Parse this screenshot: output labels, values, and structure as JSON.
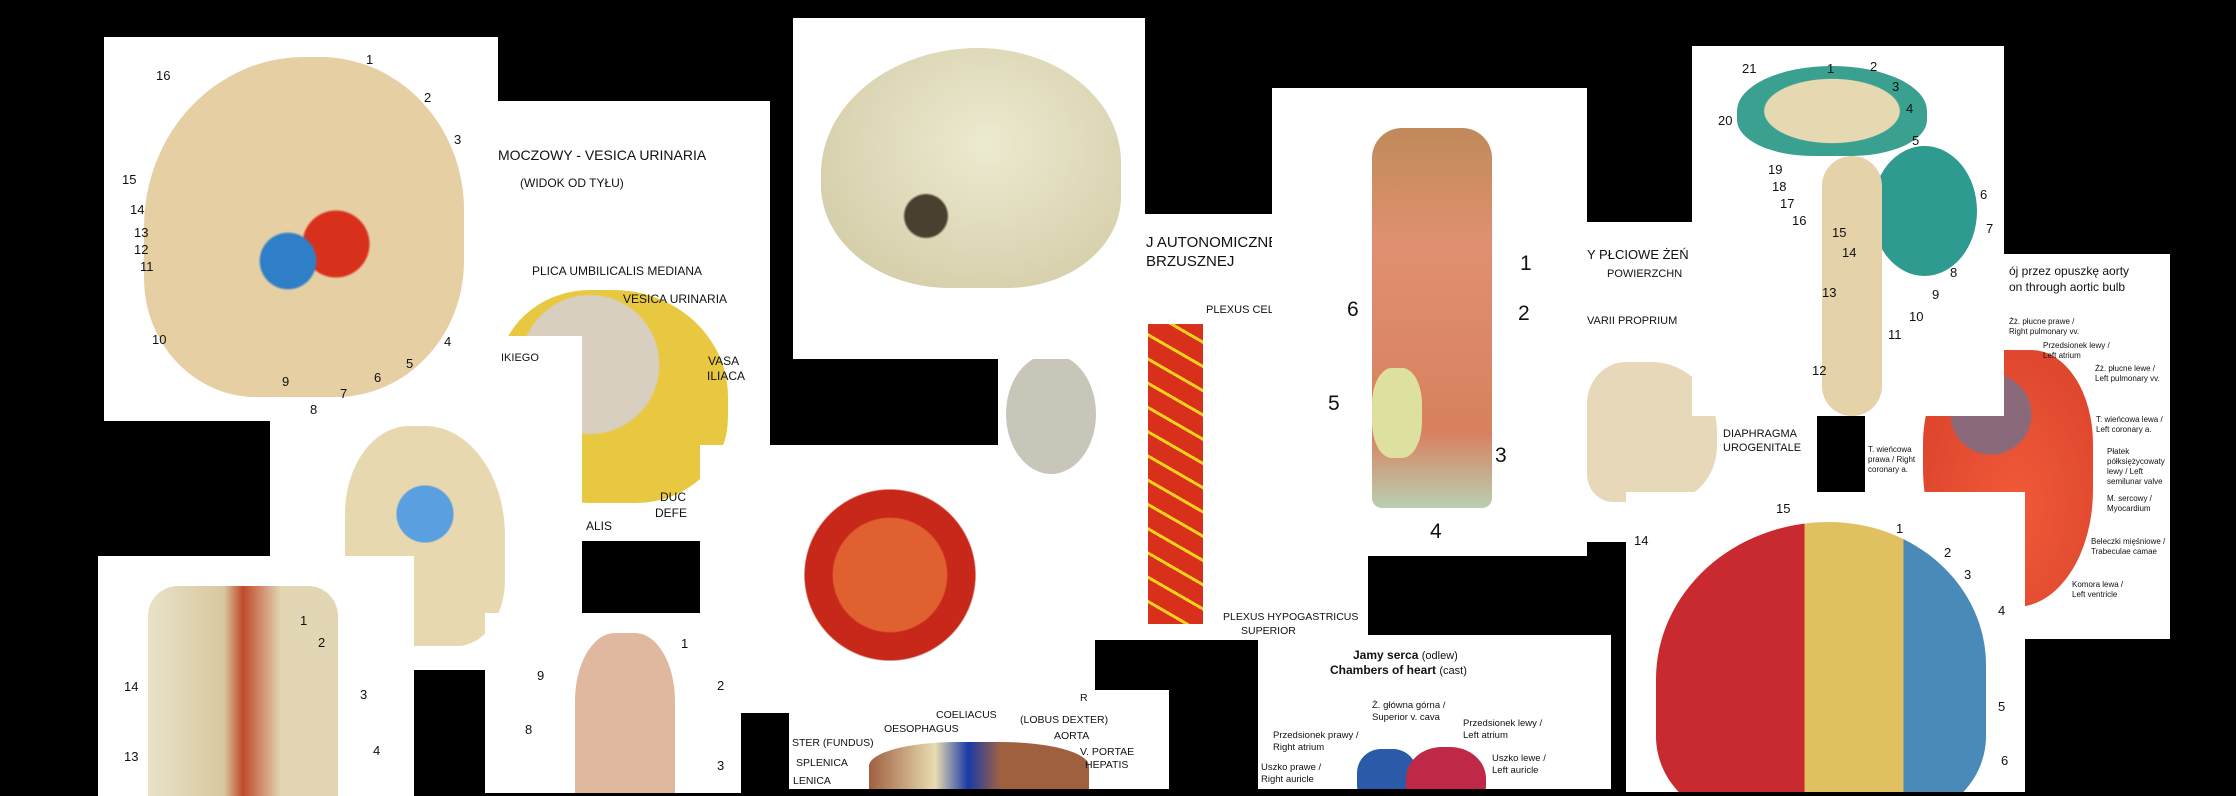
{
  "bladder": {
    "title": "MOCZOWY - VESICA URINARIA",
    "subtitle": "(WIDOK OD TYŁU)",
    "labels": [
      "PLICA UMBILICALIS MEDIANA",
      "VESICA URINARIA",
      "VASA",
      "ILIACA",
      "DUC",
      "DEFE",
      "ALIS"
    ]
  },
  "vessels": {
    "labels": [
      "IKIEGO"
    ]
  },
  "head": {
    "numbers": [
      "1",
      "2",
      "3",
      "4",
      "5",
      "6",
      "7",
      "8",
      "9",
      "10",
      "11",
      "12",
      "13",
      "14",
      "15",
      "16"
    ]
  },
  "autonomic": {
    "title_line1": "J AUTONOMICZNE",
    "title_line2": "BRZUSZNEJ",
    "labels": [
      "PLEXUS CELIA",
      "PLEXUS HYPOGASTRICUS",
      "SUPERIOR"
    ]
  },
  "larynx": {
    "numbers": [
      "1",
      "2",
      "3",
      "4",
      "5",
      "6"
    ]
  },
  "female": {
    "title_line1": "Y PŁCIOWE ŻEŃ",
    "title_line2": "POWIERZCHN",
    "labels": [
      "VARII PROPRIUM",
      "DIAPHRAGMA",
      "UROGENITALE"
    ]
  },
  "brainstem": {
    "numbers": [
      "1",
      "2",
      "3",
      "4",
      "5",
      "6",
      "7",
      "8",
      "9",
      "10",
      "11",
      "12",
      "13",
      "14",
      "15",
      "16",
      "17",
      "18",
      "19",
      "20",
      "21"
    ]
  },
  "aortic": {
    "title_line1": "ój przez opuszkę aorty",
    "title_line2": "on through aortic bulb",
    "labels": [
      "Żż. płucne prawe /",
      "Right pulmonary vv.",
      "Przedsionek lewy /",
      "Left atrium",
      "Żż. płucne lewe /",
      "Left pulmonary vv.",
      "T. wieńcowa lewa /",
      "Left coronary a.",
      "Płatek",
      "półksiężycowaty",
      "lewy / Left",
      "semilunar valve",
      "T. wieńcowa",
      "prawa / Right",
      "coronary a.",
      "M. sercowy /",
      "Myocardium",
      "Beleczki mięśniowe /",
      "Trabeculae camae",
      "Komora lewa /",
      "Left ventricle"
    ]
  },
  "skull2": {
    "numbers": [
      "1",
      "2",
      "3",
      "4",
      "5",
      "6",
      "14",
      "15"
    ]
  },
  "trachea": {
    "numbers": [
      "1",
      "2",
      "3",
      "4",
      "13",
      "14"
    ]
  },
  "small": {
    "numbers": [
      "1",
      "2",
      "3",
      "8",
      "9"
    ]
  },
  "stomach": {
    "labels": [
      "STER  (FUNDUS)",
      "OESOPHAGUS",
      "COELIACUS",
      "(LOBUS DEXTER)",
      "AORTA",
      "V. PORTAE",
      "HEPATIS",
      "SPLENICA",
      "LENICA",
      "R"
    ]
  },
  "chambers": {
    "title": "Jamy serca",
    "title_note": "(odlew)",
    "subtitle": "Chambers of heart",
    "subtitle_note": "(cast)",
    "labels": [
      "Ż. główna górna /",
      "Superior v. cava",
      "Przedsionek prawy /",
      "Right atrium",
      "Przedsionek lewy /",
      "Left atrium",
      "Uszko prawe /",
      "Right auricle",
      "Uszko lewe /",
      "Left auricle"
    ]
  },
  "colors": {
    "background": "#000000",
    "artery": "#d9301c",
    "vein": "#2f7fc8",
    "nerve": "#f2d21a",
    "bone": "#e8dcb8"
  }
}
